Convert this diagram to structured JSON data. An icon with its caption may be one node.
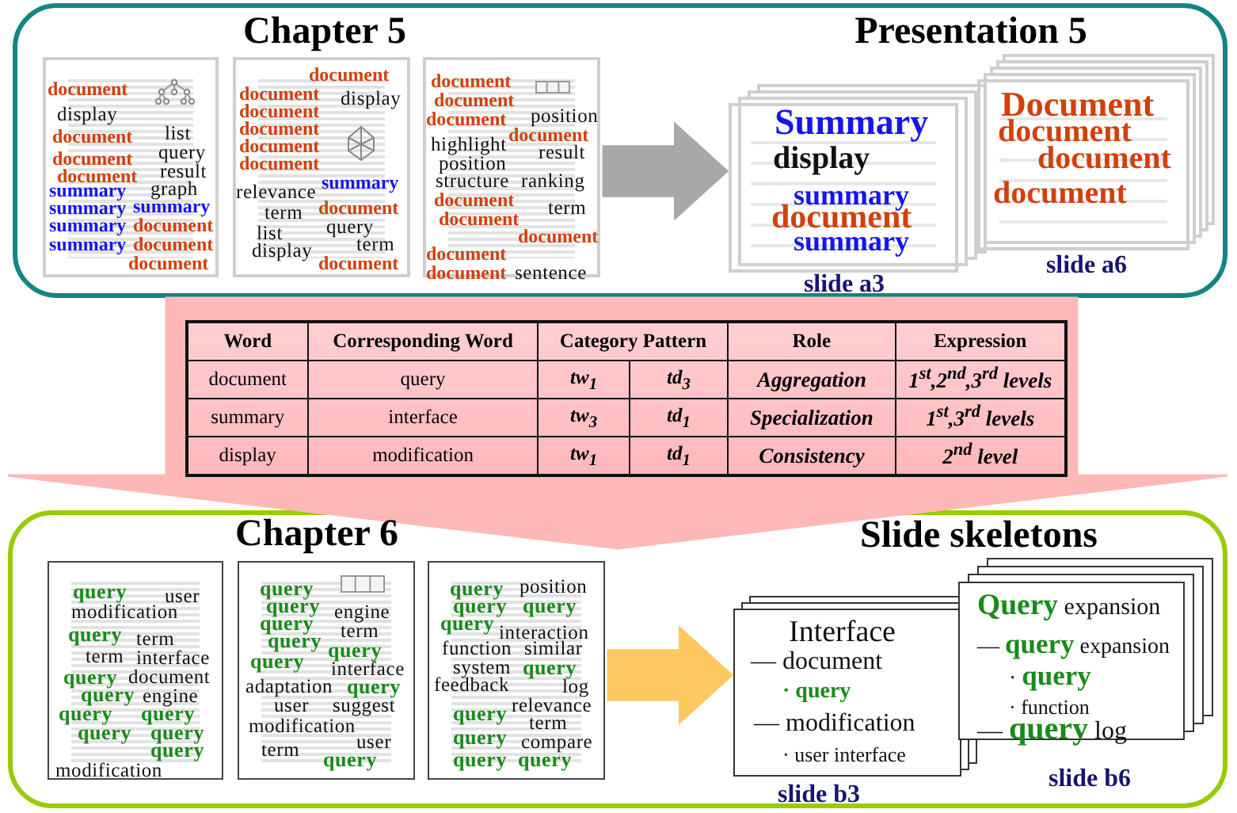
{
  "diagram": {
    "nodes": [
      {
        "text": [],
        "shape": "box"
      },
      {
        "text": [
          "document",
          "display",
          "document",
          "list",
          "query",
          "document",
          "result",
          "document",
          "summary",
          "graph",
          "summary",
          "summary",
          "summary",
          "document",
          "summary",
          "document",
          "document"
        ],
        "in": 0
      },
      {
        "text": [
          "document",
          "document",
          "display",
          "document",
          "document",
          "document",
          "document",
          "summary",
          "relevance",
          "document",
          "term",
          "query",
          "list",
          "term",
          "display",
          "document"
        ],
        "in": 0
      },
      {
        "text": [
          "document",
          "document",
          "document",
          "position",
          "document",
          "highlight",
          "result",
          "position",
          "structure",
          "ranking",
          "document",
          "term",
          "document",
          "document",
          "document",
          "sentence",
          "document"
        ],
        "in": 0
      },
      {
        "text": [
          "Summary",
          "display",
          "summary",
          "document",
          "summary"
        ],
        "beside": [
          "slide a3"
        ],
        "in": 0
      },
      {
        "text": [
          "Document",
          "document",
          "document",
          "document"
        ],
        "beside": [
          "slide a6"
        ],
        "in": 0
      },
      {
        "text": [],
        "shape": "box"
      },
      {
        "text": [
          "query",
          "user",
          "modification",
          "query",
          "term",
          "term",
          "interface",
          "query",
          "document",
          "query",
          "engine",
          "query",
          "query",
          "query",
          "query",
          "query",
          "modification"
        ],
        "in": 6
      },
      {
        "text": [
          "query",
          "query",
          "engine",
          "query",
          "term",
          "query",
          "query",
          "query",
          "interface",
          "adaptation",
          "query",
          "user",
          "suggest",
          "modification",
          "user",
          "term",
          "query"
        ],
        "in": 6
      },
      {
        "text": [
          "query",
          "position",
          "query",
          "query",
          "query",
          "interaction",
          "function",
          "similar",
          "system",
          "query",
          "feedback",
          "log",
          "query",
          "relevance",
          "term",
          "query",
          "compare",
          "query",
          "query"
        ],
        "in": 6
      },
      {
        "text": [
          "Interface",
          "— document",
          "· query",
          "— modification",
          "· user interface"
        ],
        "beside": [
          "slide b3"
        ],
        "in": 6
      },
      {
        "text": [
          "**Query** expansion",
          "— **query** expansion",
          "· **query**",
          "· function",
          "— **query** log"
        ],
        "beside": [
          "slide b6"
        ],
        "in": 6
      }
    ],
    "edges": [
      {
        "from": 3,
        "to": 4,
        "arrow": "to",
        "color": "#a8a8a8"
      },
      {
        "from": 0,
        "to": 6,
        "arrow": "to",
        "color": "#ffb8b8"
      },
      {
        "from": 9,
        "to": 10,
        "arrow": "to",
        "color": "#ffc860"
      }
    ],
    "labels": [
      "Chapter 5",
      "Presentation 5",
      "Word",
      "Corresponding Word",
      "Category Pattern",
      "Role",
      "Expression",
      "document",
      "query",
      "tw$_{1}$",
      "td$_{3}$",
      "Aggregation",
      "1$^{st}$,2$^{nd}$,3$^{rd}$ levels",
      "summary",
      "interface",
      "tw$_{3}$",
      "td$_{1}$",
      "Specialization",
      "1$^{st}$,3$^{rd}$ levels",
      "display",
      "modification",
      "tw$_{1}$",
      "td$_{1}$",
      "Consistency",
      "2$^{nd}$ level",
      "Chapter 6",
      "Slide skeletons"
    ]
  }
}
